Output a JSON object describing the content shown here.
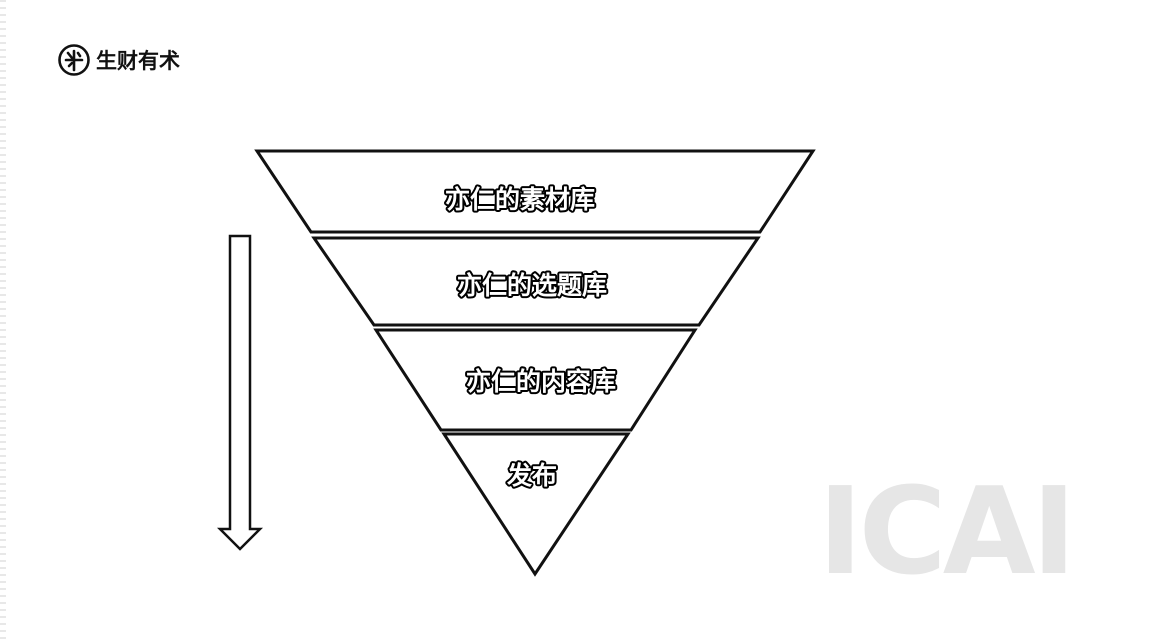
{
  "brand": {
    "name": "生财有术",
    "icon": "brand-seal-icon"
  },
  "diagram": {
    "layers": [
      {
        "label": "亦仁的素材库"
      },
      {
        "label": "亦仁的选题库"
      },
      {
        "label": "亦仁的内容库"
      },
      {
        "label": "发布"
      }
    ],
    "flow_arrow_icon": "down-arrow-icon"
  },
  "watermark": {
    "text": "ICAI"
  }
}
